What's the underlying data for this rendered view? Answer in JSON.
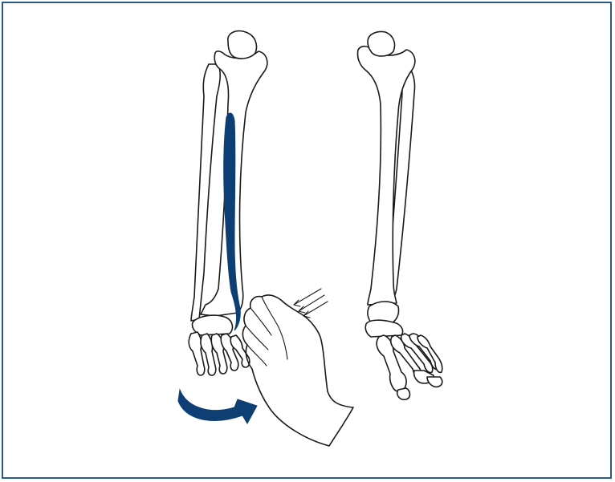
{
  "figure": {
    "border_color": "#2a5a86",
    "muscle_color": "#0d3f74",
    "arrow_color": "#0d3f74",
    "line_color": "#1a1a1a",
    "left_view": "leg-with-highlighted-muscle-and-foot-inverted",
    "right_view": "leg-bones-neutral",
    "icons": [
      "curved-rotation-arrow",
      "examiner-hand",
      "force-arrows"
    ]
  }
}
